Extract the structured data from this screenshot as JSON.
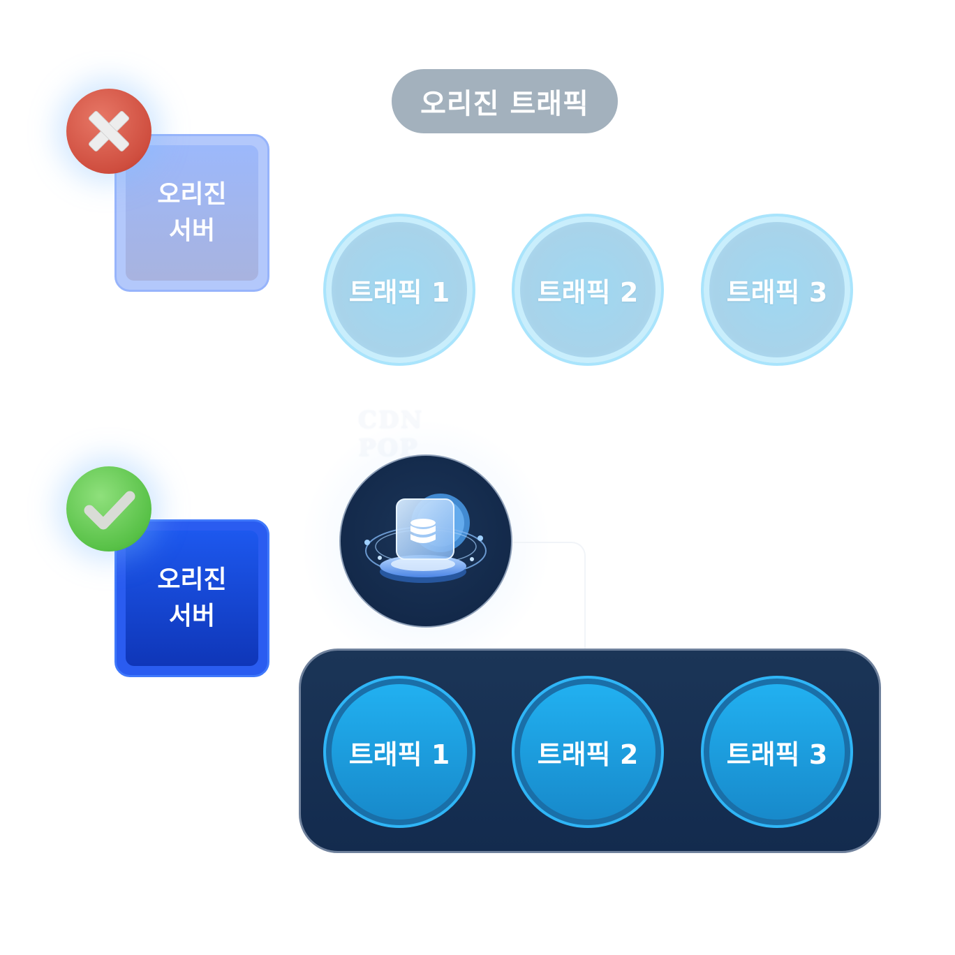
{
  "legacy": {
    "pill_label": "오리진 트래픽",
    "server_label": "오리진\n서버",
    "status_icon": "x-icon",
    "traffic": [
      "트래픽 1",
      "트래픽 2",
      "트래픽 3"
    ]
  },
  "cdn": {
    "label": "CDN POP",
    "node_icon": "database-stack-icon",
    "server_label": "오리진\n서버",
    "status_icon": "check-icon",
    "traffic": [
      "트래픽 1",
      "트래픽 2",
      "트래픽 3"
    ]
  },
  "colors": {
    "error": "#cf4e3f",
    "success": "#58c147",
    "origin_old": "#9cb8fb",
    "origin_new": "#1d58ee",
    "traffic_light": "#a8d3ea",
    "traffic_dark": "#1e9fdf",
    "panel": "#17304f",
    "pill": "#a3b1bd"
  }
}
